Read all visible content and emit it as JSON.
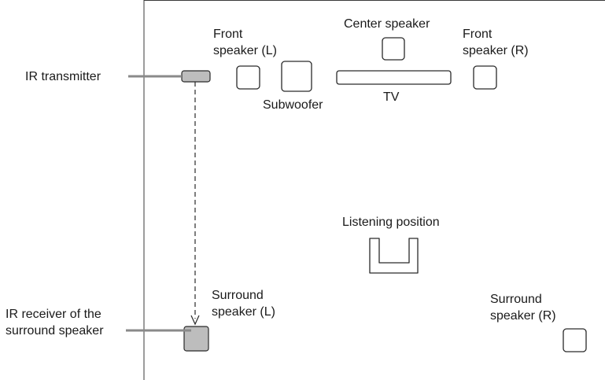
{
  "diagram": {
    "labels": {
      "center_speaker": "Center speaker",
      "front_speaker_l": "Front\nspeaker (L)",
      "front_speaker_r": "Front\nspeaker (R)",
      "subwoofer": "Subwoofer",
      "tv": "TV",
      "ir_transmitter": "IR transmitter",
      "listening_position": "Listening position",
      "surround_speaker_l": "Surround\nspeaker (L)",
      "surround_speaker_r": "Surround\nspeaker (R)",
      "ir_receiver": "IR receiver of the\nsurround speaker"
    }
  }
}
